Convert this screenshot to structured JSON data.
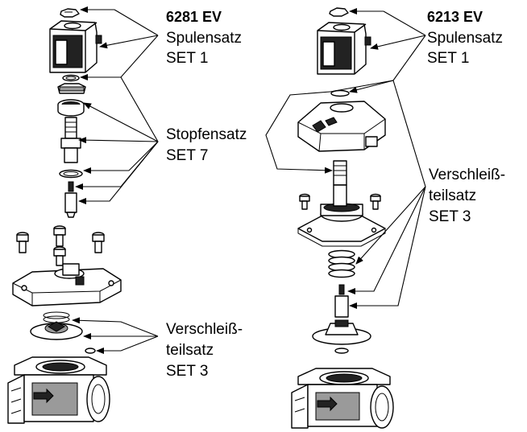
{
  "left_assembly": {
    "model": "6281 EV",
    "coil_set": {
      "name": "Spulensatz",
      "set": "SET 1"
    },
    "plug_set": {
      "name": "Stopfensatz",
      "set": "SET 7"
    },
    "wear_set": {
      "line1": "Verschleiß-",
      "line2": "teilsatz",
      "set": "SET 3"
    }
  },
  "right_assembly": {
    "model": "6213 EV",
    "coil_set": {
      "name": "Spulensatz",
      "set": "SET 1"
    },
    "wear_set": {
      "line1": "Verschleiß-",
      "line2": "teilsatz",
      "set": "SET 3"
    }
  }
}
